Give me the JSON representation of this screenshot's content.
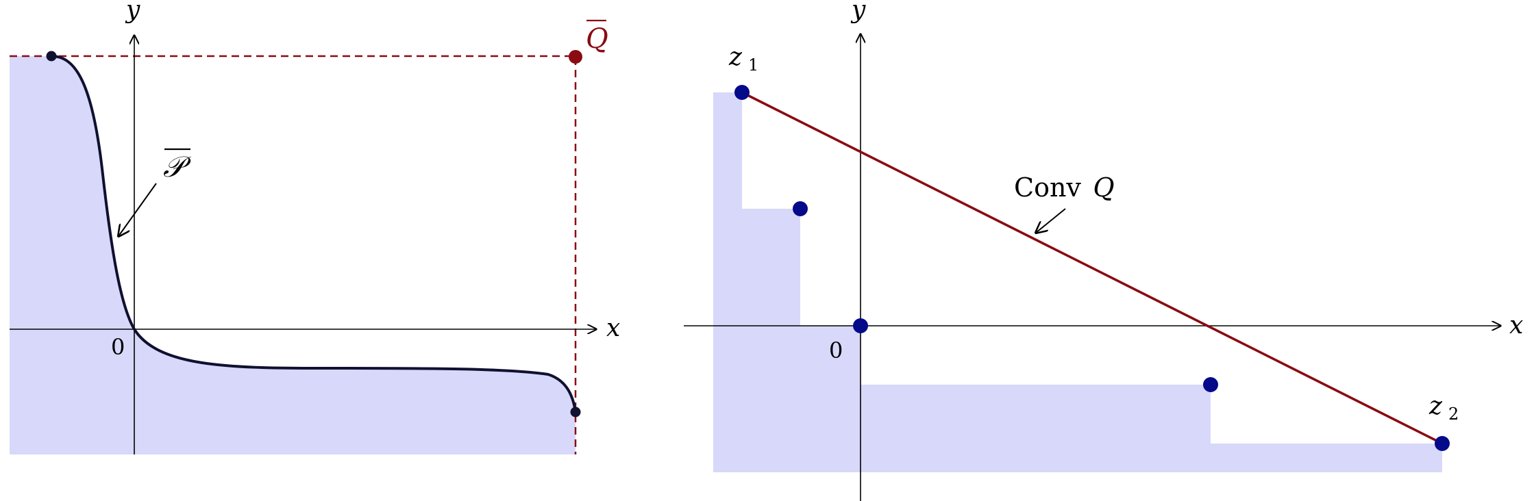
{
  "colors": {
    "fill": "#d8d8fb",
    "curve": "#101030",
    "dark_red": "#8a0b12",
    "navy": "#050a8a",
    "axis": "#000000"
  },
  "left": {
    "x_axis_label": "x",
    "y_axis_label": "y",
    "origin_label": "0",
    "set_label": "𝒫",
    "point_label": "Q"
  },
  "right": {
    "x_axis_label": "x",
    "y_axis_label": "y",
    "origin_label": "0",
    "hull_label_prefix": "Conv",
    "hull_label_set": "Q",
    "z1_label": "z",
    "z1_sub": "1",
    "z2_label": "z",
    "z2_sub": "2"
  }
}
